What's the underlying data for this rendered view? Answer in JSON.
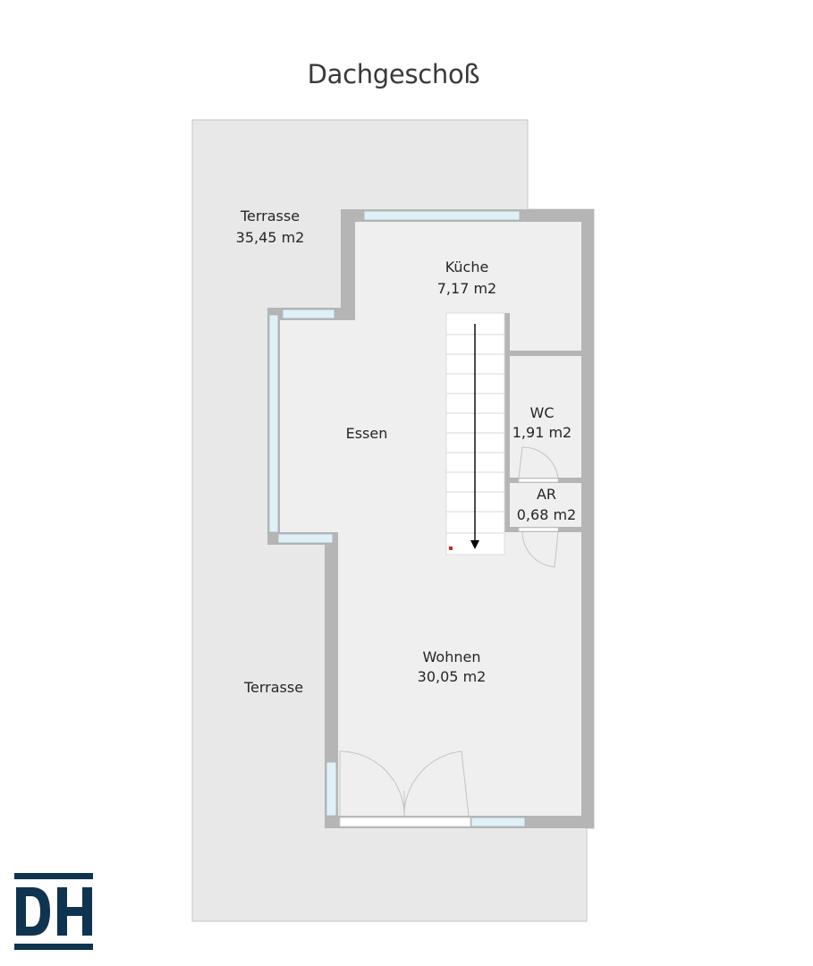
{
  "title": "Dachgeschoß",
  "rooms": {
    "terrasse_top": {
      "name": "Terrasse",
      "area": "35,45 m2"
    },
    "kueche": {
      "name": "Küche",
      "area": "7,17 m2"
    },
    "essen": {
      "name": "Essen"
    },
    "wc": {
      "name": "WC",
      "area": "1,91 m2"
    },
    "ar": {
      "name": "AR",
      "area": "0,68 m2"
    },
    "wohnen": {
      "name": "Wohnen",
      "area": "30,05 m2"
    },
    "terrasse_bottom": {
      "name": "Terrasse"
    }
  },
  "logo": {
    "text": "DH",
    "color": "#0f3450"
  },
  "colors": {
    "wall": "#b5b5b5",
    "floor": "#efefef",
    "terrace": "#e8e8e8",
    "window": "#dff0f6"
  }
}
